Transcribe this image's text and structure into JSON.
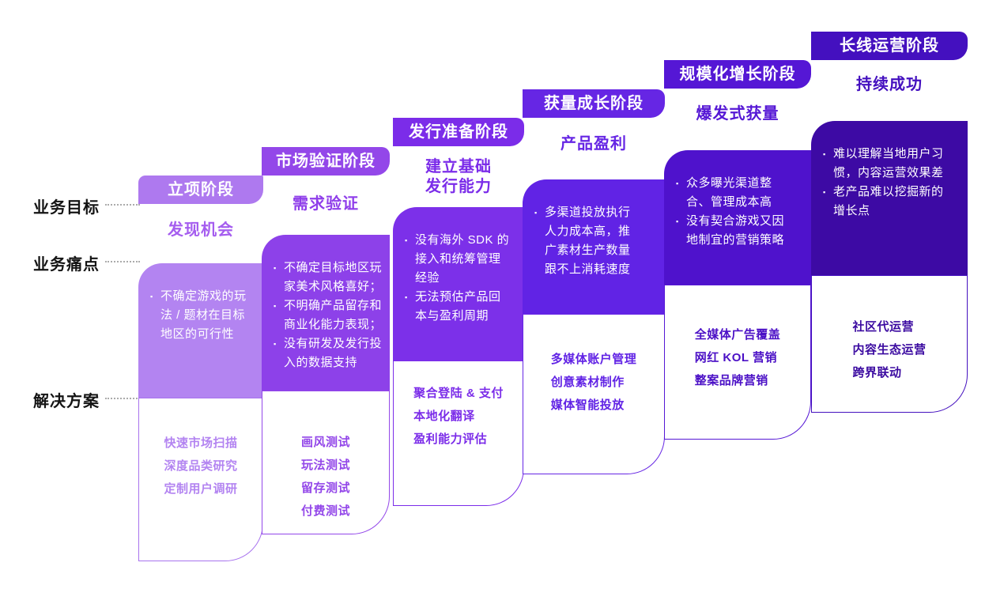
{
  "row_labels": [
    {
      "label": "业务目标"
    },
    {
      "label": "业务痛点"
    },
    {
      "label": "解决方案"
    }
  ],
  "stages": [
    {
      "name": "立项阶段",
      "goal": "发现机会",
      "pain_points": [
        "不确定游戏的玩\n法 / 题材在目标\n地区的可行性"
      ],
      "solutions": [
        "快速市场扫描",
        "深度品类研究",
        "定制用户调研"
      ],
      "colors": {
        "banner": "#ae79ef",
        "flap": null,
        "pain": "#b384f1",
        "goal": "#a55def",
        "solution_text": "#b384f1",
        "border": "#a873ee"
      }
    },
    {
      "name": "市场验证阶段",
      "goal": "需求验证",
      "pain_points": [
        "不确定目标地区玩\n家美术风格喜好；",
        "不明确产品留存和\n商业化能力表现；",
        "没有研发及发行投\n入的数据支持"
      ],
      "solutions": [
        "画风测试",
        "玩法测试",
        "留存测试",
        "付费测试"
      ],
      "colors": {
        "banner": "#9347e9",
        "flap": "#7030c0",
        "pain": "#8d41e9",
        "goal": "#8f3eea",
        "solution_text": "#9347e9",
        "border": "#9347e9"
      }
    },
    {
      "name": "发行准备阶段",
      "goal": "建立基础\n发行能力",
      "pain_points": [
        "没有海外 SDK 的\n接入和统筹管理\n经验",
        "无法预估产品回\n本与盈利周期"
      ],
      "solutions": [
        "聚合登陆 & 支付",
        "本地化翻译",
        "盈利能力评估"
      ],
      "colors": {
        "banner": "#7b2ce9",
        "flap": "#5c1db4",
        "pain": "#7c30e9",
        "goal": "#7b2ce9",
        "solution_text": "#7b2ce9",
        "border": "#7b2ce9"
      }
    },
    {
      "name": "获量成长阶段",
      "goal": "产品盈利",
      "pain_points": [
        "多渠道投放执行\n人力成本高，推\n广素材生产数量\n跟不上消耗速度"
      ],
      "solutions": [
        "多媒体账户管理",
        "创意素材制作",
        "媒体智能投放"
      ],
      "colors": {
        "banner": "#6626e4",
        "flap": "#4814a8",
        "pain": "#6123e5",
        "goal": "#6626e4",
        "solution_text": "#6123e5",
        "border": "#6626e4"
      }
    },
    {
      "name": "规模化增长阶段",
      "goal": "爆发式获量",
      "pain_points": [
        "众多曝光渠道整\n合、管理成本高",
        "没有契合游戏又因\n地制宜的营销策略"
      ],
      "solutions": [
        "全媒体广告覆盖",
        "网红 KOL 营销",
        "整案品牌营销"
      ],
      "colors": {
        "banner": "#5517d5",
        "flap": "#380d96",
        "pain": "#4f12cc",
        "goal": "#5517d5",
        "solution_text": "#4b10c6",
        "border": "#5517d5"
      }
    },
    {
      "name": "长线运营阶段",
      "goal": "持续成功",
      "pain_points": [
        "难以理解当地用户习\n惯，内容运营效果差",
        "老产品难以挖掘新的\n增长点"
      ],
      "solutions": [
        "社区代运营",
        "内容生态运营",
        "跨界联动"
      ],
      "colors": {
        "banner": "#4410bf",
        "flap": "#2a0c6c",
        "pain": "#3d0aa4",
        "goal": "#4410bf",
        "solution_text": "#3a09a0",
        "border": "#4410bf"
      }
    }
  ]
}
